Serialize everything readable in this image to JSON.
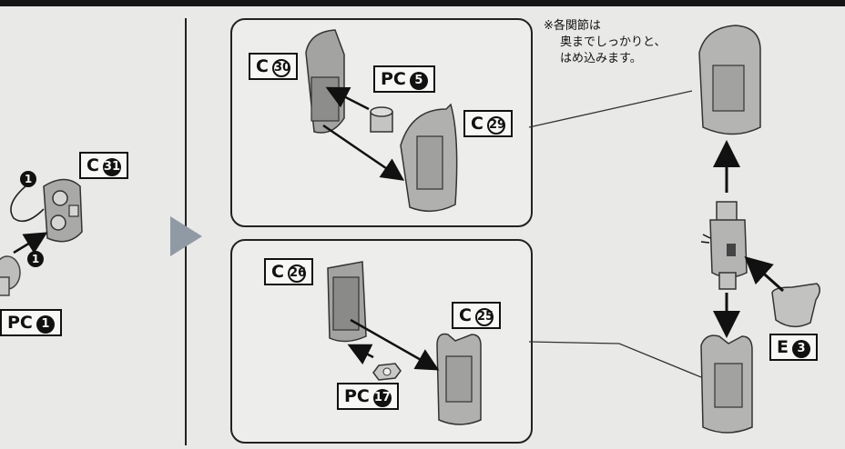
{
  "note": {
    "lines": [
      "※各関節は",
      "奥までしっかりと、",
      "はめ込みます。"
    ]
  },
  "labels": {
    "c31": {
      "prefix": "C",
      "num": "31"
    },
    "pc1": {
      "prefix": "PC",
      "num": "1"
    },
    "c30": {
      "prefix": "C",
      "num": "30"
    },
    "pc5": {
      "prefix": "PC",
      "num": "5"
    },
    "c29": {
      "prefix": "C",
      "num": "29"
    },
    "c26": {
      "prefix": "C",
      "num": "26"
    },
    "c25": {
      "prefix": "C",
      "num": "25"
    },
    "pc17": {
      "prefix": "PC",
      "num": "17"
    },
    "e3": {
      "prefix": "E",
      "num": "3"
    }
  },
  "markers": {
    "top": "1",
    "bottom": "1"
  }
}
